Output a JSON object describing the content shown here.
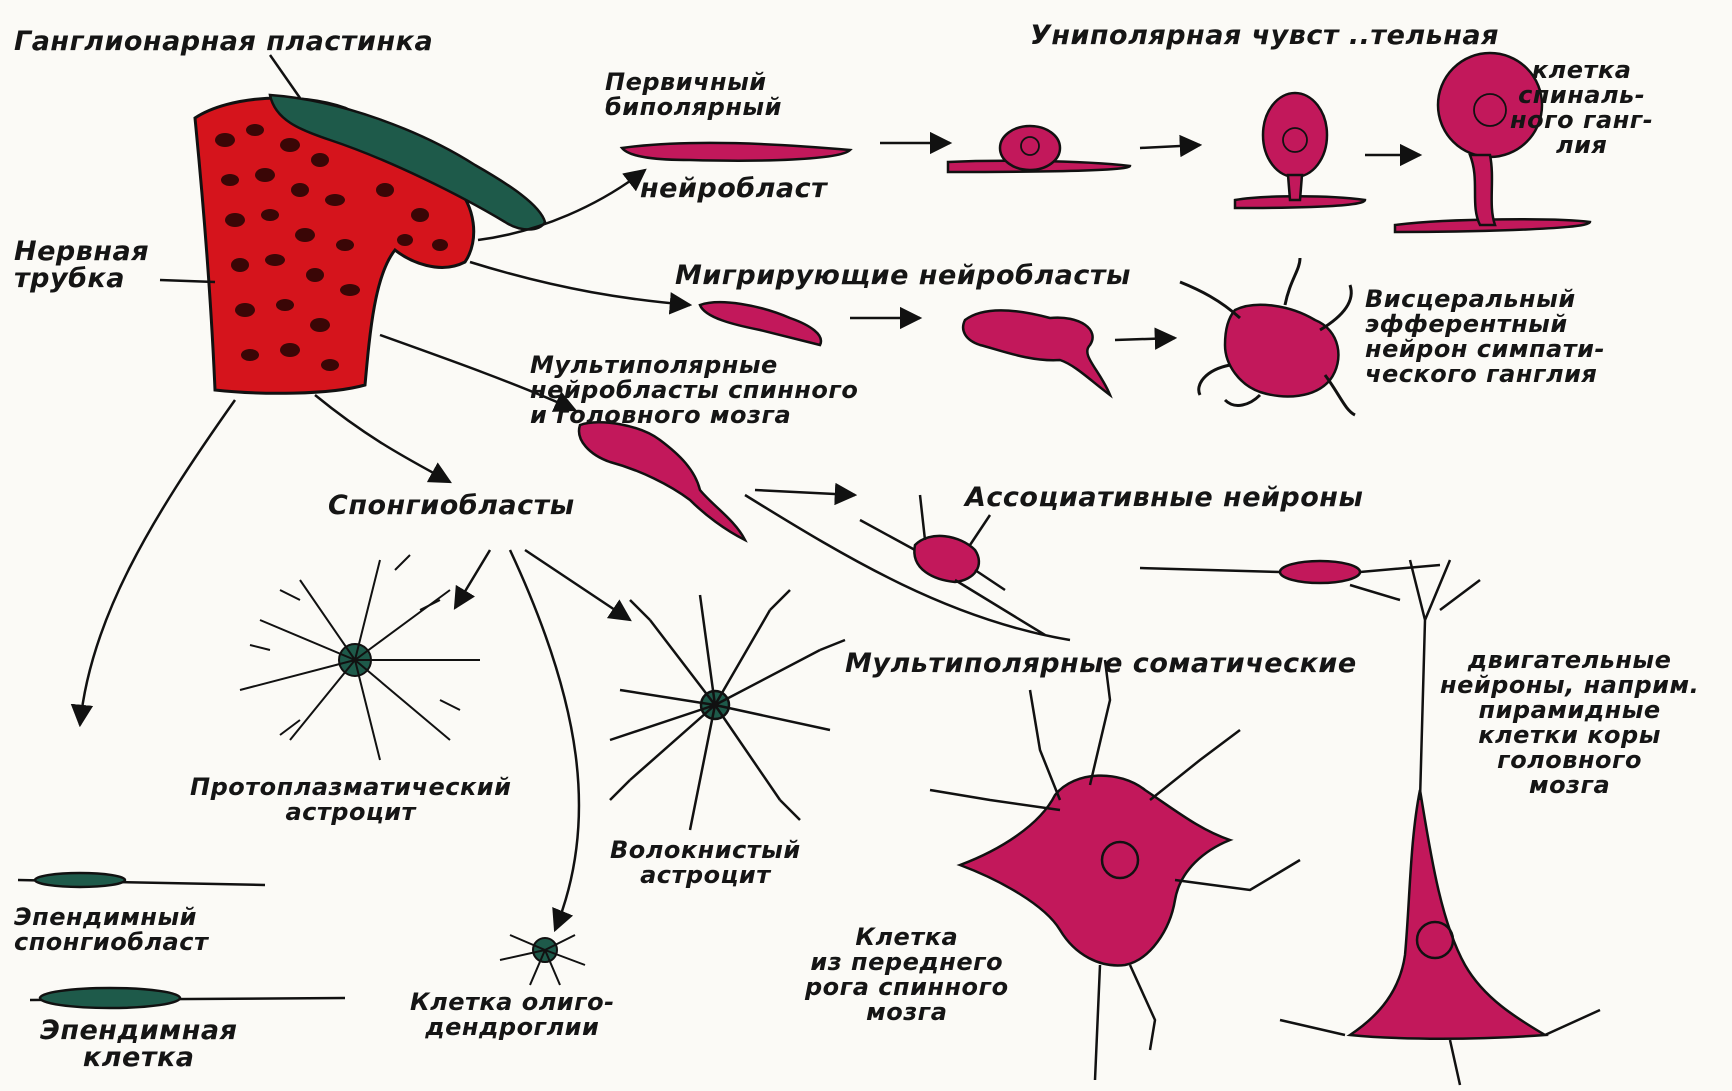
{
  "colors": {
    "tube": "#d5141c",
    "tube_dark": "#4a0a0a",
    "neuron": "#c2185b",
    "neuron_light": "#e0508a",
    "crest": "#1e5a4a",
    "glia": "#111111",
    "line": "#111111"
  },
  "labels": {
    "ganglion_plate": "Ганглионарная пластинка",
    "unipolar_title": "Униполярная чувст ..тельная",
    "unipolar_cont": "клетка\nспиналь-\nного ганг-\nлия",
    "bipolar": "Первичный\nбиполярный",
    "neuroblast": "нейробласт",
    "neural_tube": "Нервная\nтрубка",
    "migrating": "Мигрирующие нейробласты",
    "visceral": "Висцеральный\nэфферентный\nнейрон симпати-\nческого ганглия",
    "multipolar_nb": "Мультиполярные\nнейробласты спинного\nи головного мозга",
    "spongioblasts": "Спонгиобласты",
    "associative": "Ассоциативные нейроны",
    "multipolar_somatic": "Мультиполярные соматические",
    "motor": "двигательные\nнейроны, наприм.\nпирамидные\nклетки коры\nголовного\nмозга",
    "protoplasmic": "Протоплазматический\nастроцит",
    "fibrous": "Волокнистый\nастроцит",
    "ependymal_spongio": "Эпендимный\nспонгиобласт",
    "ependymal_cell": "Эпендимная\nклетка",
    "oligo": "Клетка олиго-\nдендроглии",
    "anterior_horn": "Клетка\nиз переднего\nрога спинного\nмозга"
  }
}
